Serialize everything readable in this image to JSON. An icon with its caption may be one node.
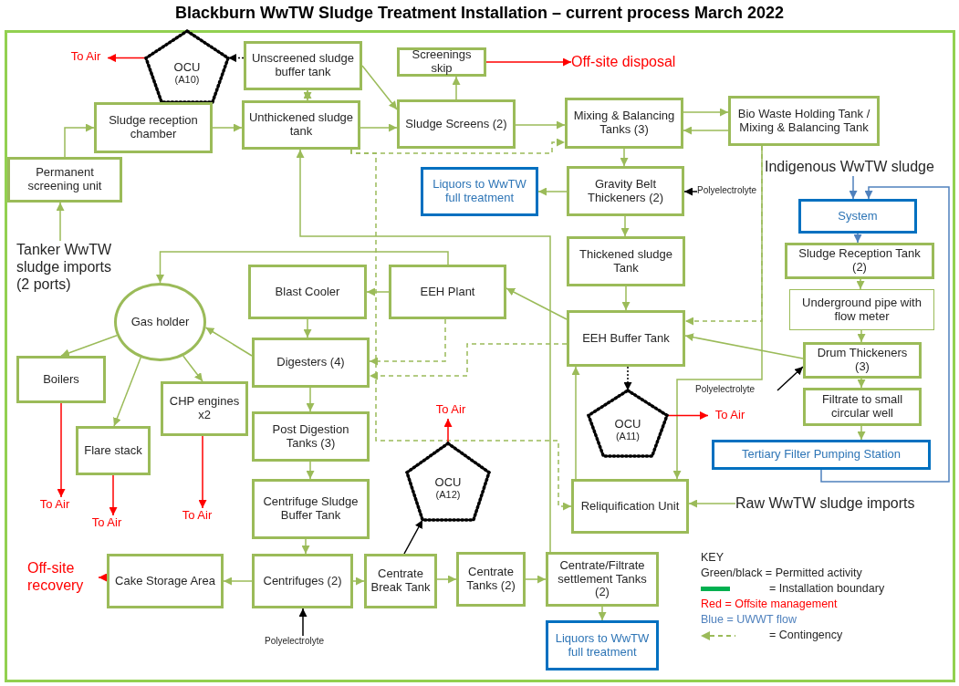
{
  "diagram": {
    "title": "Blackburn WwTW Sludge Treatment Installation – current process March 2022",
    "nodes": [
      {
        "text": [
          "To Air"
        ]
      },
      {
        "text": [
          "OCU",
          "(A10)"
        ]
      },
      {
        "text": [
          "Unscreened sludge buffer tank"
        ]
      },
      {
        "text": [
          "Screenings skip"
        ]
      },
      {
        "text": [
          "Off-site disposal"
        ]
      },
      {
        "text": [
          "Sludge reception chamber"
        ]
      },
      {
        "text": [
          "Unthickened sludge tank"
        ]
      },
      {
        "text": [
          "Sludge Screens (2)"
        ]
      },
      {
        "text": [
          "Mixing & Balancing Tanks (3)"
        ]
      },
      {
        "text": [
          "Bio Waste Holding Tank / Mixing & Balancing Tank"
        ]
      },
      {
        "text": [
          "Permanent screening unit"
        ]
      },
      {
        "text": [
          "Liquors to WwTW full treatment"
        ]
      },
      {
        "text": [
          "Gravity Belt Thickeners (2)"
        ]
      },
      {
        "text": [
          "Polyelectrolyte"
        ]
      },
      {
        "text": [
          "Indigenous WwTW sludge"
        ]
      },
      {
        "text": [
          "System"
        ]
      },
      {
        "text": [
          "Tanker WwTW sludge imports (2 ports)"
        ]
      },
      {
        "text": [
          "Thickened sludge Tank"
        ]
      },
      {
        "text": [
          "Sludge Reception Tank (2)"
        ]
      },
      {
        "text": [
          "Gas holder"
        ]
      },
      {
        "text": [
          "Blast Cooler"
        ]
      },
      {
        "text": [
          "EEH Plant"
        ]
      },
      {
        "text": [
          "Underground pipe with flow meter"
        ]
      },
      {
        "text": [
          "EEH Buffer Tank"
        ]
      },
      {
        "text": [
          "Digesters (4)"
        ]
      },
      {
        "text": [
          "Drum Thickeners (3)"
        ]
      },
      {
        "text": [
          "Boilers"
        ]
      },
      {
        "text": [
          "Polyelectrolyte"
        ]
      },
      {
        "text": [
          "Filtrate to small circular well"
        ]
      },
      {
        "text": [
          "CHP engines x2"
        ]
      },
      {
        "text": [
          "OCU",
          "(A11)"
        ]
      },
      {
        "text": [
          "To Air"
        ]
      },
      {
        "text": [
          "Post Digestion Tanks (3)"
        ]
      },
      {
        "text": [
          "To Air"
        ]
      },
      {
        "text": [
          "Flare stack"
        ]
      },
      {
        "text": [
          "Tertiary Filter Pumping Station"
        ]
      },
      {
        "text": [
          "OCU",
          "(A12)"
        ]
      },
      {
        "text": [
          "Centrifuge Sludge Buffer Tank"
        ]
      },
      {
        "text": [
          "Reliquification Unit"
        ]
      },
      {
        "text": [
          "Raw WwTW sludge imports"
        ]
      },
      {
        "text": [
          "To Air"
        ]
      },
      {
        "text": [
          "To Air"
        ]
      },
      {
        "text": [
          "To Air"
        ]
      },
      {
        "text": [
          "Off-site recovery"
        ]
      },
      {
        "text": [
          "Cake Storage Area"
        ]
      },
      {
        "text": [
          "Centrifuges (2)"
        ]
      },
      {
        "text": [
          "Centrate Break Tank"
        ]
      },
      {
        "text": [
          "Centrate Tanks (2)"
        ]
      },
      {
        "text": [
          "Centrate/Filtrate settlement Tanks (2)"
        ]
      },
      {
        "text": [
          "Polyelectrolyte"
        ]
      },
      {
        "text": [
          "Liquors to WwTW full treatment"
        ]
      }
    ],
    "edges": [
      {
        "from": 1,
        "to": 0,
        "arrow": "to",
        "color": "#ff0000"
      },
      {
        "from": 2,
        "to": 1,
        "arrow": "to",
        "style": "dashed",
        "color": "#000000"
      },
      {
        "from": 2,
        "to": 6,
        "arrow": "both"
      },
      {
        "from": 2,
        "to": 7,
        "arrow": "to"
      },
      {
        "from": 6,
        "to": 7,
        "arrow": "to"
      },
      {
        "from": 7,
        "to": 3,
        "arrow": "to"
      },
      {
        "from": 3,
        "to": 4,
        "arrow": "to",
        "color": "#ff0000"
      },
      {
        "from": 7,
        "to": 8,
        "arrow": "to"
      },
      {
        "from": 8,
        "to": 9,
        "arrow": "to"
      },
      {
        "from": 9,
        "to": 8,
        "arrow": "to"
      },
      {
        "from": 5,
        "to": 6,
        "arrow": "to"
      },
      {
        "from": 10,
        "to": 5,
        "arrow": "to"
      },
      {
        "from": 16,
        "to": 10,
        "arrow": "to"
      },
      {
        "from": 6,
        "to": 8,
        "arrow": "to",
        "style": "dashed"
      },
      {
        "from": 6,
        "to": 38,
        "arrow": "to",
        "style": "dashed"
      },
      {
        "from": 21,
        "to": 24,
        "arrow": "to",
        "style": "dashed"
      },
      {
        "from": 23,
        "to": 24,
        "arrow": "to",
        "style": "dashed"
      },
      {
        "from": 9,
        "to": 38,
        "arrow": "to"
      },
      {
        "from": 9,
        "to": 23,
        "arrow": "to",
        "style": "dashed"
      },
      {
        "from": 8,
        "to": 12,
        "arrow": "to"
      },
      {
        "from": 12,
        "to": 11,
        "arrow": "to"
      },
      {
        "from": 13,
        "to": 12,
        "arrow": "to",
        "color": "#000000"
      },
      {
        "from": 12,
        "to": 17,
        "arrow": "to"
      },
      {
        "from": 17,
        "to": 23,
        "arrow": "to"
      },
      {
        "from": 23,
        "to": 21,
        "arrow": "to"
      },
      {
        "from": 21,
        "to": 20,
        "arrow": "to"
      },
      {
        "from": 20,
        "to": 24,
        "arrow": "to"
      },
      {
        "from": 24,
        "to": 19,
        "arrow": "to"
      },
      {
        "from": 24,
        "to": 32,
        "arrow": "to"
      },
      {
        "from": 32,
        "to": 37,
        "arrow": "to"
      },
      {
        "from": 37,
        "to": 45,
        "arrow": "to"
      },
      {
        "from": 45,
        "to": 44,
        "arrow": "to"
      },
      {
        "from": 44,
        "to": 43,
        "arrow": "to",
        "color": "#ff0000"
      },
      {
        "from": 49,
        "to": 45,
        "arrow": "to",
        "color": "#000000"
      },
      {
        "from": 45,
        "to": 46,
        "arrow": "to"
      },
      {
        "from": 46,
        "to": 36,
        "arrow": "to",
        "color": "#000000"
      },
      {
        "from": 36,
        "to": 33,
        "arrow": "to",
        "color": "#ff0000"
      },
      {
        "from": 46,
        "to": 47,
        "arrow": "to"
      },
      {
        "from": 47,
        "to": 48,
        "arrow": "to"
      },
      {
        "from": 48,
        "to": 50,
        "arrow": "to"
      },
      {
        "from": 48,
        "to": 6,
        "arrow": "to"
      },
      {
        "from": 21,
        "to": 19,
        "arrow": "to"
      },
      {
        "from": 38,
        "to": 23,
        "arrow": "to"
      },
      {
        "from": 25,
        "to": 23,
        "arrow": "to"
      },
      {
        "from": 27,
        "to": 25,
        "arrow": "to",
        "color": "#000000"
      },
      {
        "from": 23,
        "to": 30,
        "arrow": "to",
        "style": "dashed",
        "color": "#000000"
      },
      {
        "from": 30,
        "to": 31,
        "arrow": "to",
        "color": "#ff0000"
      },
      {
        "from": 39,
        "to": 38,
        "arrow": "to"
      },
      {
        "from": 14,
        "to": 15,
        "arrow": "to",
        "color": "#4f81bd"
      },
      {
        "from": 15,
        "to": 18,
        "arrow": "to",
        "color": "#4f81bd"
      },
      {
        "from": 18,
        "to": 22,
        "arrow": "to"
      },
      {
        "from": 22,
        "to": 25,
        "arrow": "to"
      },
      {
        "from": 25,
        "to": 28,
        "arrow": "to"
      },
      {
        "from": 28,
        "to": 35,
        "arrow": "to"
      },
      {
        "from": 35,
        "to": 15,
        "arrow": "to",
        "color": "#4f81bd"
      },
      {
        "from": 19,
        "to": 26,
        "arrow": "to"
      },
      {
        "from": 19,
        "to": 34,
        "arrow": "to"
      },
      {
        "from": 19,
        "to": 29,
        "arrow": "to"
      },
      {
        "from": 26,
        "to": 40,
        "arrow": "to",
        "color": "#ff0000"
      },
      {
        "from": 34,
        "to": 41,
        "arrow": "to",
        "color": "#ff0000"
      },
      {
        "from": 29,
        "to": 42,
        "arrow": "to",
        "color": "#ff0000"
      }
    ],
    "labels": [
      "KEY"
    ],
    "legend": [
      {
        "text": "Green/black = Permitted activity"
      },
      {
        "text": "= Installation boundary",
        "color": "#00b050"
      },
      {
        "text": "Red = Offsite management",
        "color": "#ff0000"
      },
      {
        "text": "Blue = UWWT flow",
        "color": "#4f81bd"
      },
      {
        "text": "= Contingency"
      }
    ]
  }
}
